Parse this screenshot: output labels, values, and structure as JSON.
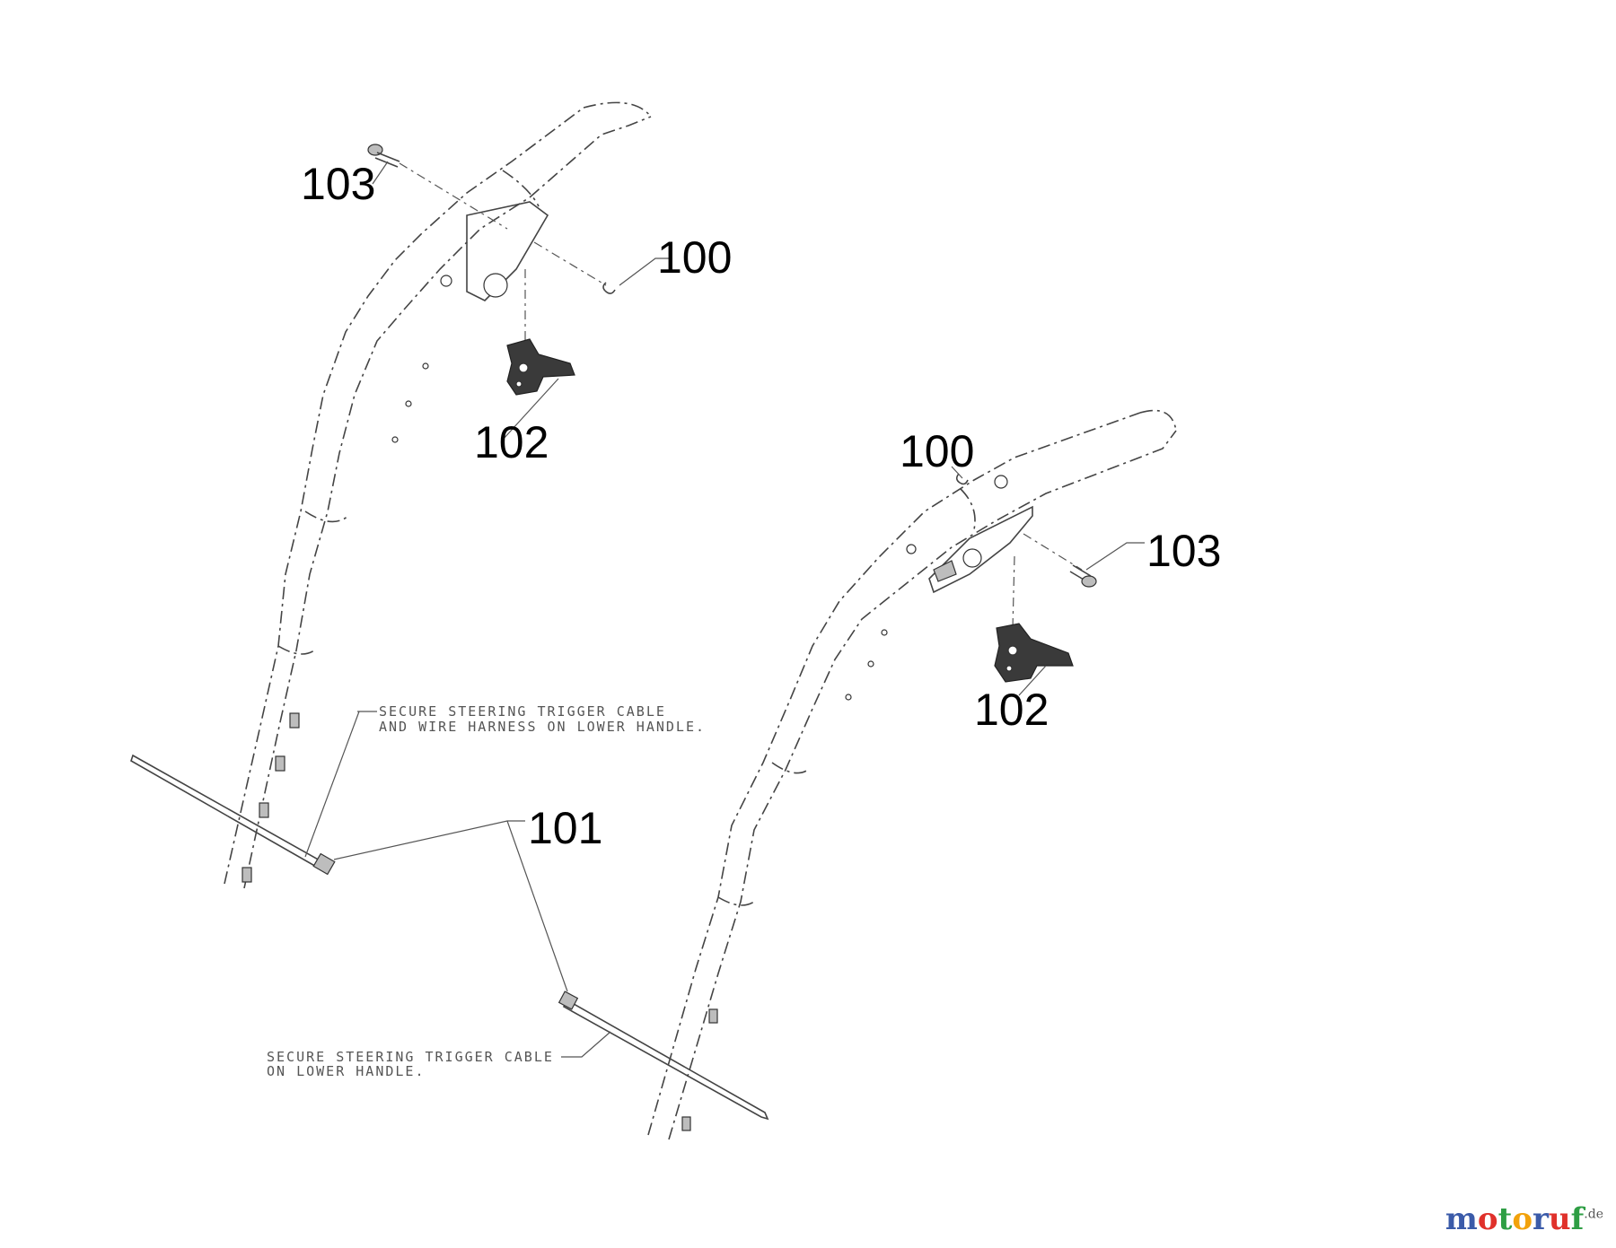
{
  "callouts": {
    "left_103": "103",
    "left_100": "100",
    "left_102": "102",
    "right_100": "100",
    "right_103": "103",
    "right_102": "102",
    "shared_101": "101"
  },
  "notes": {
    "upper_line1": "SECURE STEERING TRIGGER CABLE",
    "upper_line2": "AND WIRE HARNESS ON LOWER HANDLE.",
    "lower_line1": "SECURE STEERING TRIGGER CABLE",
    "lower_line2": "ON LOWER HANDLE."
  },
  "watermark": {
    "letters": [
      "m",
      "o",
      "t",
      "o",
      "r",
      "u",
      "f"
    ],
    "colors": [
      "#3b5ba9",
      "#e0312b",
      "#2e9e44",
      "#f2a20c",
      "#3b5ba9",
      "#e0312b",
      "#2e9e44"
    ],
    "suffix": ".de"
  }
}
